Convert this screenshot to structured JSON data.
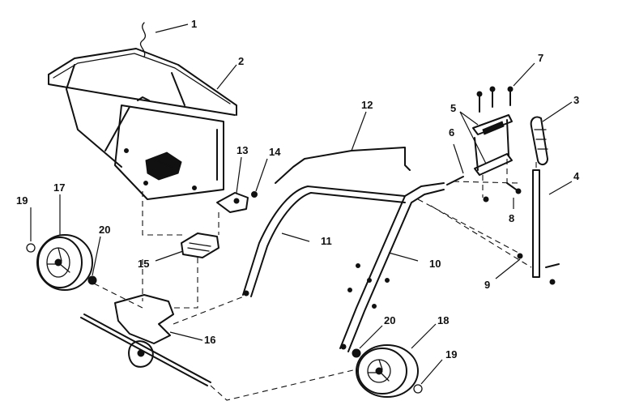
{
  "callouts": [
    {
      "id": "c1",
      "label": "1"
    },
    {
      "id": "c2",
      "label": "2"
    },
    {
      "id": "c3",
      "label": "3"
    },
    {
      "id": "c4",
      "label": "4"
    },
    {
      "id": "c5",
      "label": "5"
    },
    {
      "id": "c6",
      "label": "6"
    },
    {
      "id": "c7",
      "label": "7"
    },
    {
      "id": "c8",
      "label": "8"
    },
    {
      "id": "c9",
      "label": "9"
    },
    {
      "id": "c10",
      "label": "10"
    },
    {
      "id": "c11",
      "label": "11"
    },
    {
      "id": "c12",
      "label": "12"
    },
    {
      "id": "c13",
      "label": "13"
    },
    {
      "id": "c14",
      "label": "14"
    },
    {
      "id": "c15",
      "label": "15"
    },
    {
      "id": "c16",
      "label": "16"
    },
    {
      "id": "c17",
      "label": "17"
    },
    {
      "id": "c18",
      "label": "18"
    },
    {
      "id": "c19a",
      "label": "19"
    },
    {
      "id": "c19b",
      "label": "19"
    },
    {
      "id": "c20a",
      "label": "20"
    },
    {
      "id": "c20b",
      "label": "20"
    }
  ]
}
